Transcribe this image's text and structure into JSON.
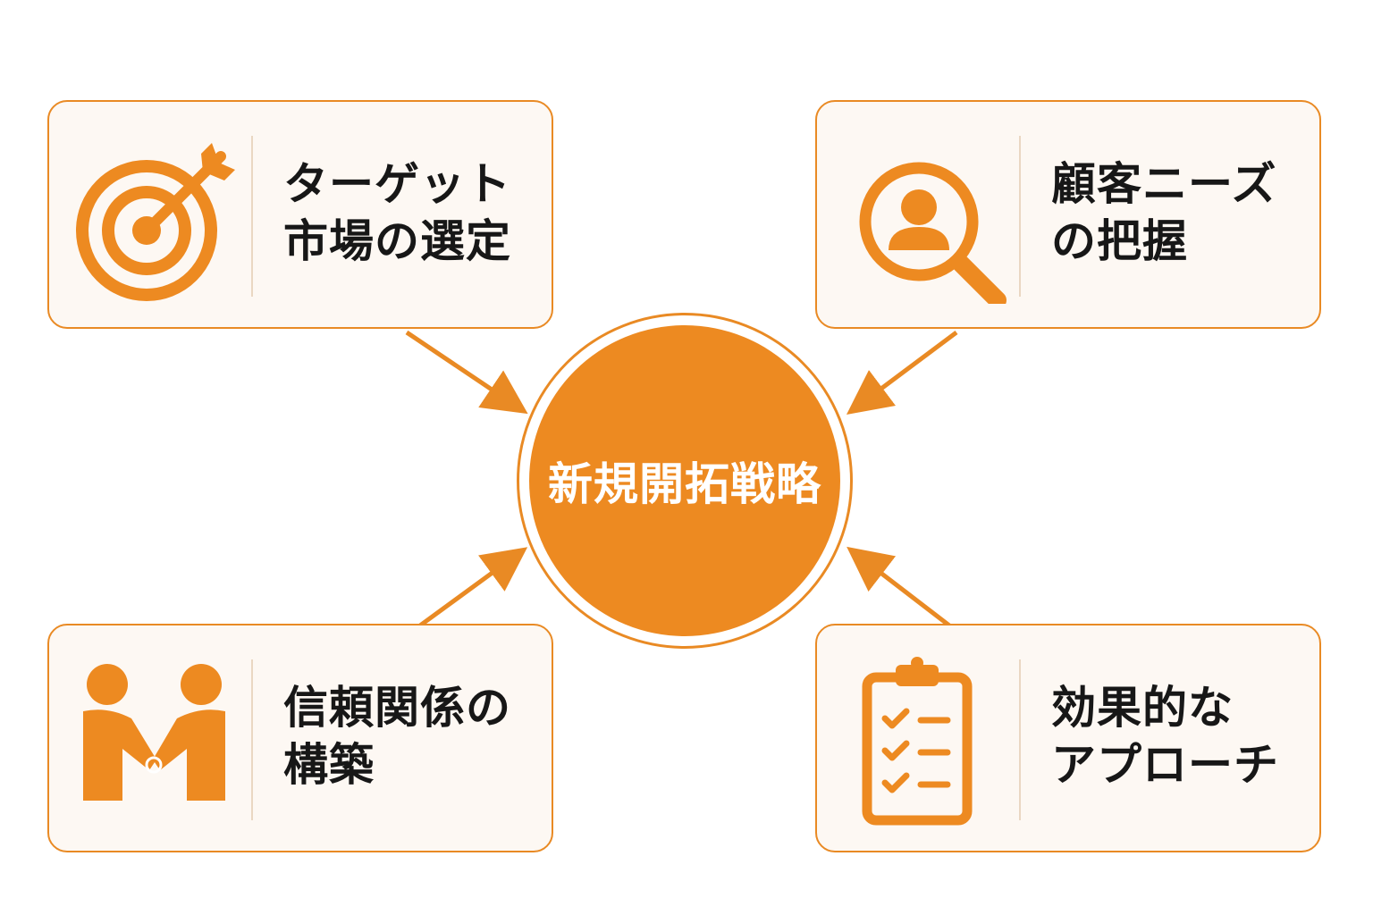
{
  "center": {
    "label": "新規開拓戦略"
  },
  "cards": [
    {
      "icon": "target-icon",
      "lines": [
        "ターゲット",
        "市場の選定"
      ]
    },
    {
      "icon": "customer-search-icon",
      "lines": [
        "顧客ニーズ",
        "の把握"
      ]
    },
    {
      "icon": "handshake-icon",
      "lines": [
        "信頼関係の",
        "構築"
      ]
    },
    {
      "icon": "checklist-icon",
      "lines": [
        "効果的な",
        "アプローチ"
      ]
    }
  ],
  "colors": {
    "accent": "#ed8a21",
    "card_bg": "#fdf8f3",
    "text": "#171717",
    "center_text": "#ffffff"
  }
}
